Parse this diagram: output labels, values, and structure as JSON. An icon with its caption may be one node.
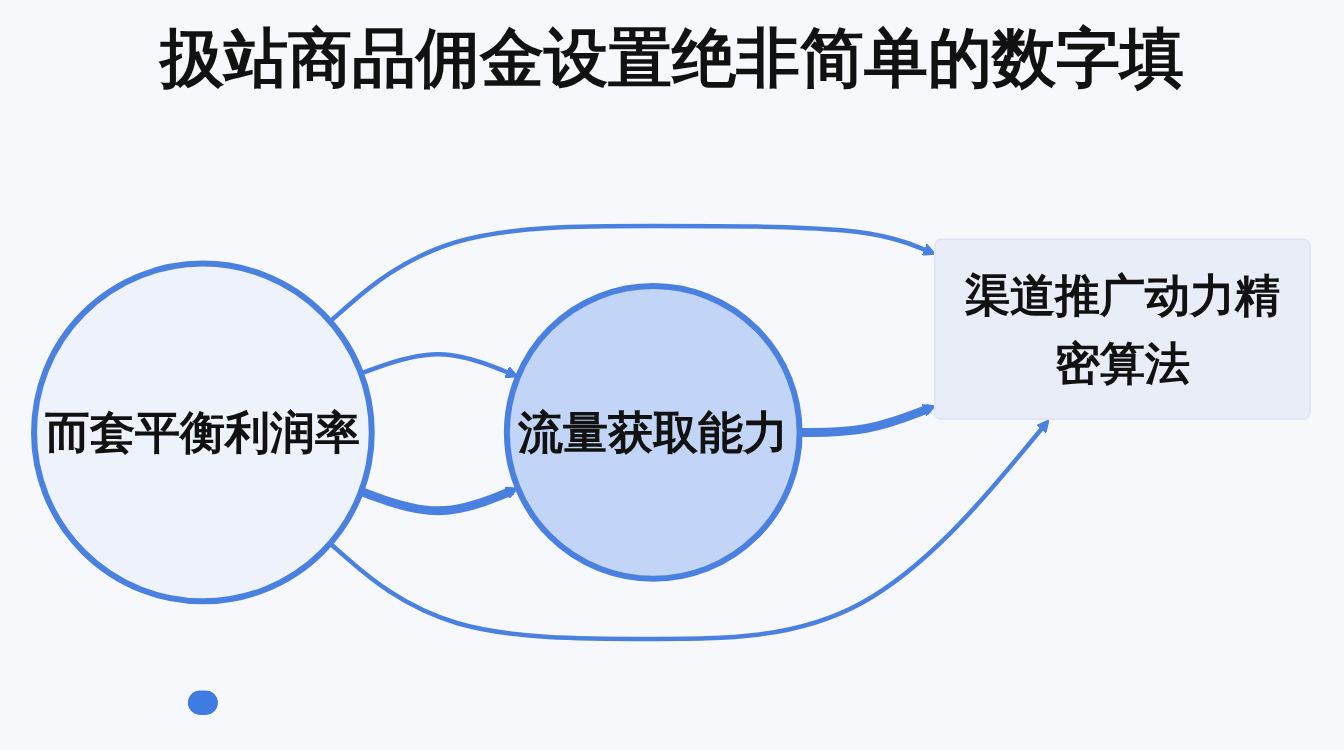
{
  "diagram": {
    "title": "扱站商品佣金设置绝非简单的数字填",
    "nodes": [
      {
        "text": [
          "而套平衡利润率"
        ]
      },
      {
        "text": [
          "流量获取能力"
        ]
      },
      {
        "text": [
          "渠道推广动力精密算法"
        ]
      },
      {
        "text": [],
        "shape": "bar"
      }
    ],
    "edges": [
      {
        "from": 0,
        "to": 1,
        "arrow": "to"
      },
      {
        "from": 0,
        "to": 2,
        "arrow": "to"
      },
      {
        "from": 0,
        "to": 1,
        "arrow": "to",
        "style": "thick"
      },
      {
        "from": 1,
        "to": 2,
        "arrow": "to",
        "style": "thick"
      },
      {
        "from": 0,
        "to": 2,
        "arrow": "to"
      }
    ]
  }
}
